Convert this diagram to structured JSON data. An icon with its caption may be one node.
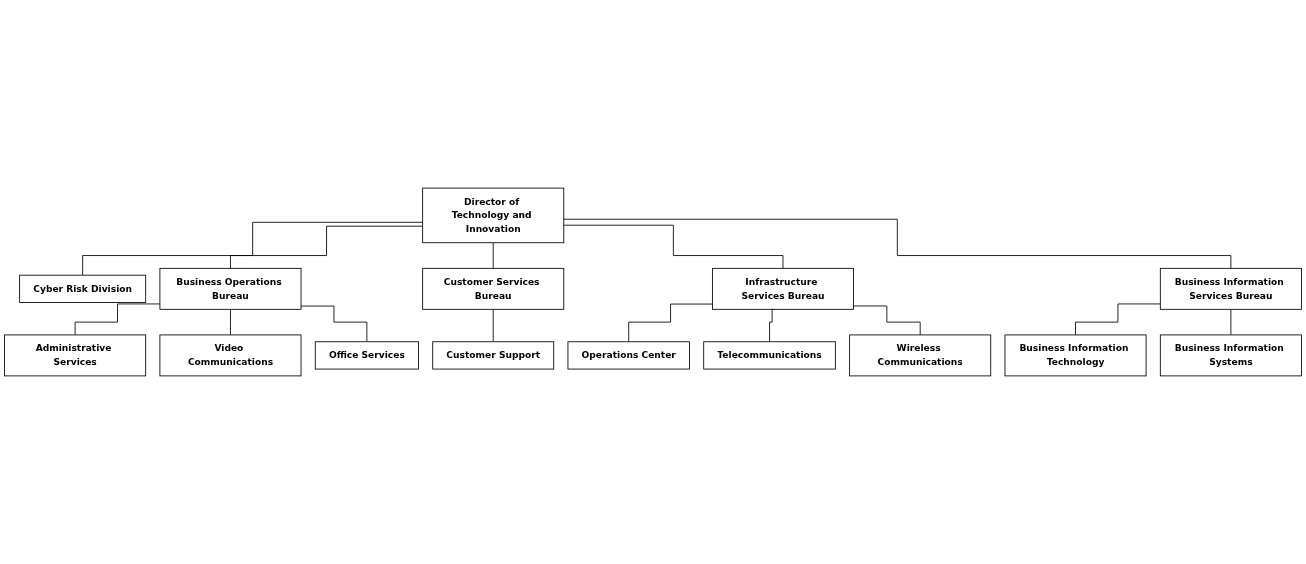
{
  "diagram": {
    "nodes": [
      {
        "text": [
          "Director of Technology and Innovation"
        ]
      },
      {
        "text": [
          "Cyber Risk Division"
        ]
      },
      {
        "text": [
          "Business Operations Bureau"
        ]
      },
      {
        "text": [
          "Customer Services Bureau"
        ]
      },
      {
        "text": [
          "Infrastructure Services Bureau"
        ]
      },
      {
        "text": [
          "Business Information Services Bureau"
        ]
      },
      {
        "text": [
          "Administrative Services"
        ]
      },
      {
        "text": [
          "Video Communications"
        ]
      },
      {
        "text": [
          "Office Services"
        ]
      },
      {
        "text": [
          "Customer Support"
        ]
      },
      {
        "text": [
          "Operations Center"
        ]
      },
      {
        "text": [
          "Telecommunications"
        ]
      },
      {
        "text": [
          "Wireless Communications"
        ]
      },
      {
        "text": [
          "Business Information Technology"
        ]
      },
      {
        "text": [
          "Business Information Systems"
        ]
      }
    ],
    "edges": [
      {
        "from": 0,
        "to": 1,
        "arrow": "none"
      },
      {
        "from": 0,
        "to": 2,
        "arrow": "none"
      },
      {
        "from": 0,
        "to": 3,
        "arrow": "none"
      },
      {
        "from": 0,
        "to": 4,
        "arrow": "none"
      },
      {
        "from": 0,
        "to": 5,
        "arrow": "none"
      },
      {
        "from": 2,
        "to": 6,
        "arrow": "none"
      },
      {
        "from": 2,
        "to": 7,
        "arrow": "none"
      },
      {
        "from": 2,
        "to": 8,
        "arrow": "none"
      },
      {
        "from": 3,
        "to": 9,
        "arrow": "none"
      },
      {
        "from": 4,
        "to": 10,
        "arrow": "none"
      },
      {
        "from": 4,
        "to": 11,
        "arrow": "none"
      },
      {
        "from": 4,
        "to": 12,
        "arrow": "none"
      },
      {
        "from": 5,
        "to": 13,
        "arrow": "none"
      },
      {
        "from": 5,
        "to": 14,
        "arrow": "none"
      }
    ]
  }
}
